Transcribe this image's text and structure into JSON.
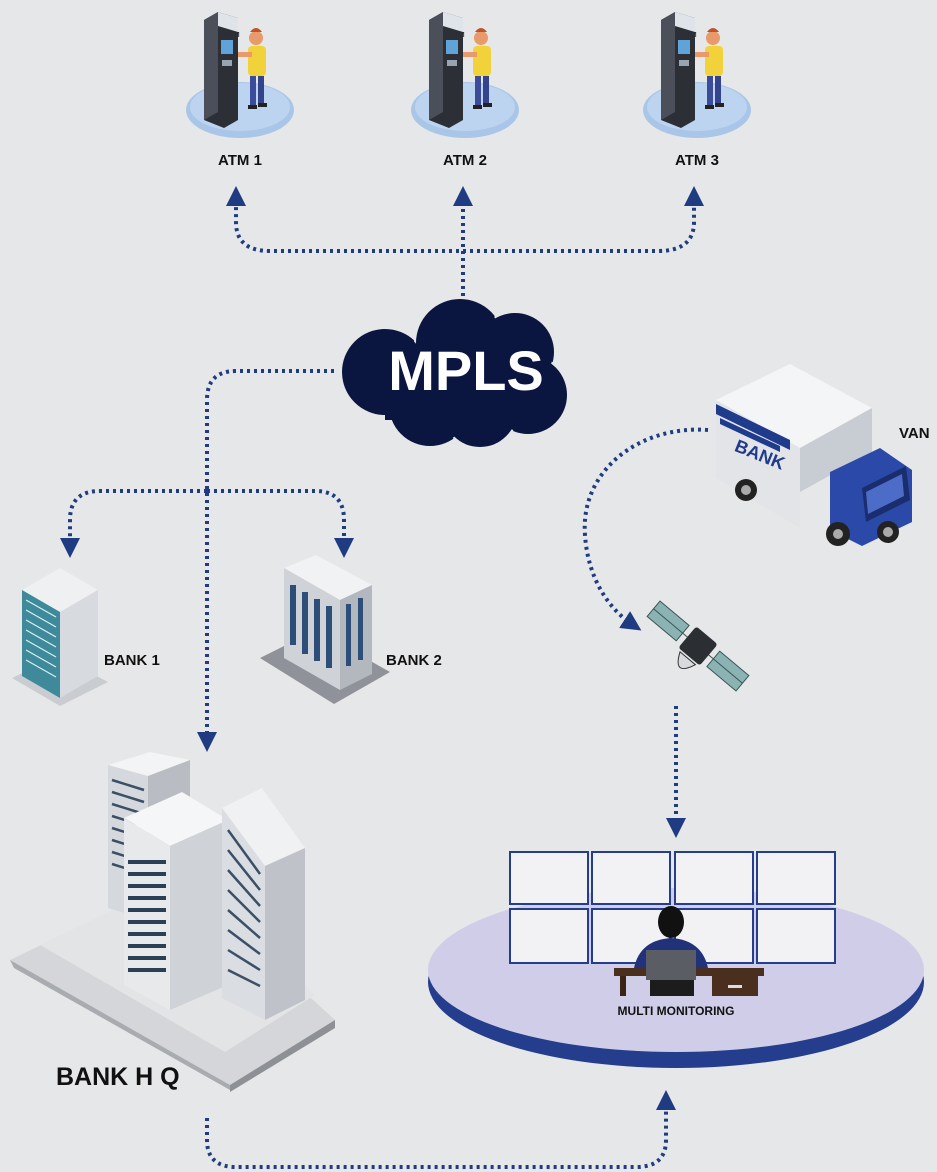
{
  "nodes": {
    "atm1": "ATM 1",
    "atm2": "ATM 2",
    "atm3": "ATM 3",
    "cloud": "MPLS",
    "van": "VAN",
    "van_side_text": "BANK",
    "bank1": "BANK 1",
    "bank2": "BANK 2",
    "hq": "BANK H Q",
    "monitoring": "MULTI MONITORING",
    "atm_sign": "ATM"
  },
  "colors": {
    "background": "#e6e7e8",
    "connector": "#1f3b82",
    "cloud": "#0b1640",
    "platform": "#cfcde8",
    "platform_edge": "#243d8c"
  }
}
